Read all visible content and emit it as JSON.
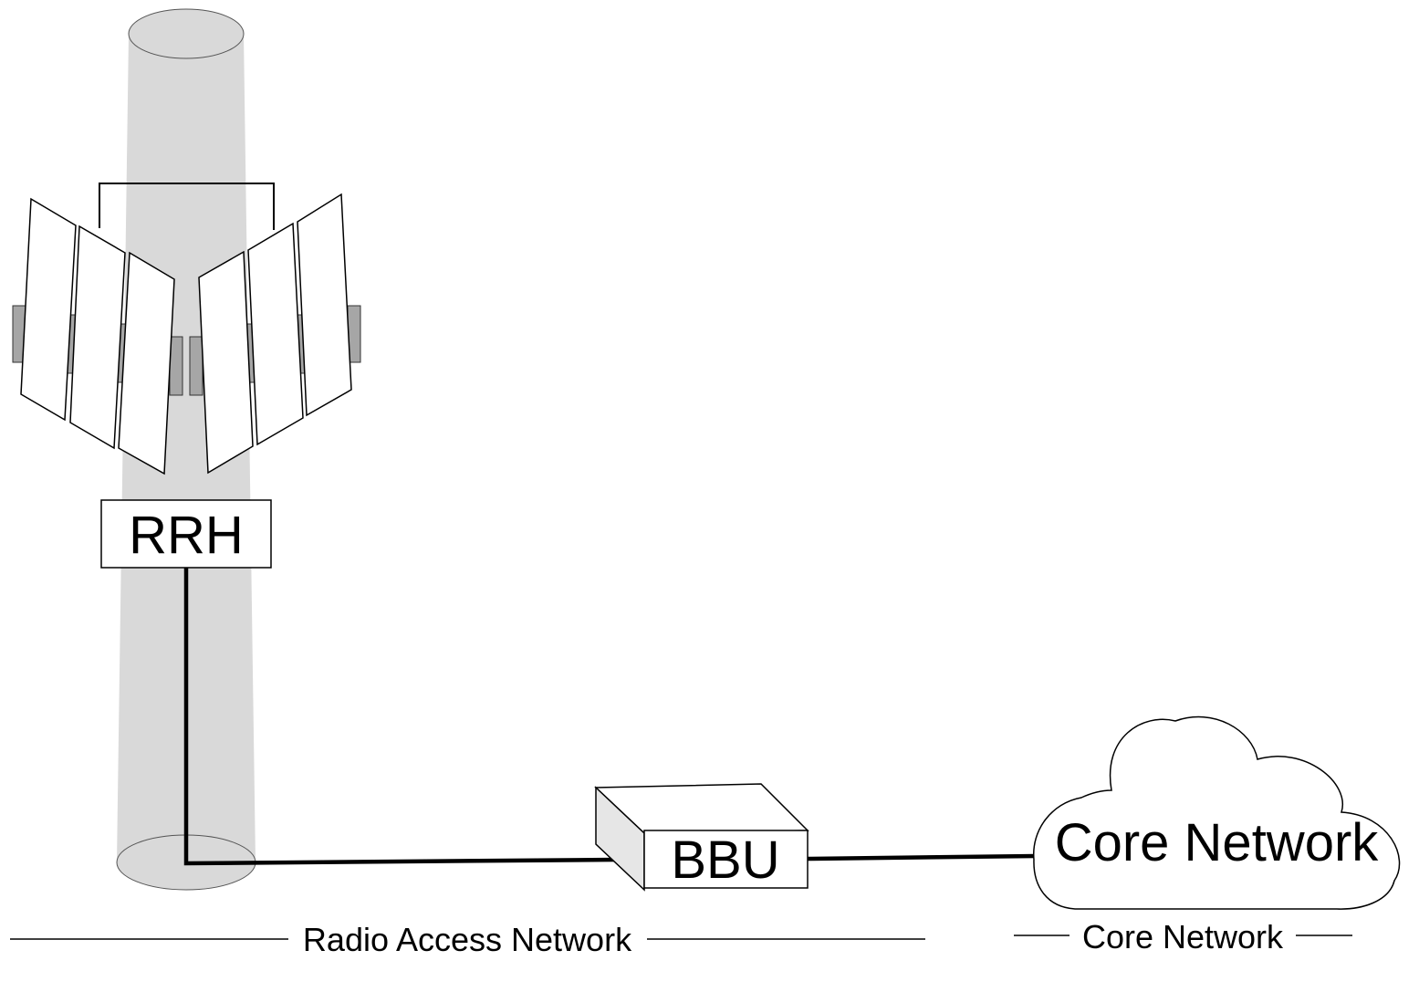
{
  "labels": {
    "rrh": "RRH",
    "bbu": "BBU",
    "cloud": "Core Network",
    "ran_section": "Radio Access Network",
    "core_section": "Core Network"
  },
  "colors": {
    "tower_fill": "#d9d9d9",
    "tower_stroke": "#555555",
    "bracket_fill": "#a6a6a6",
    "line": "#000000",
    "box_fill": "#ffffff"
  },
  "icons": {
    "tower": "cell-tower-icon",
    "antenna": "antenna-panel-icon",
    "cloud": "cloud-icon"
  }
}
